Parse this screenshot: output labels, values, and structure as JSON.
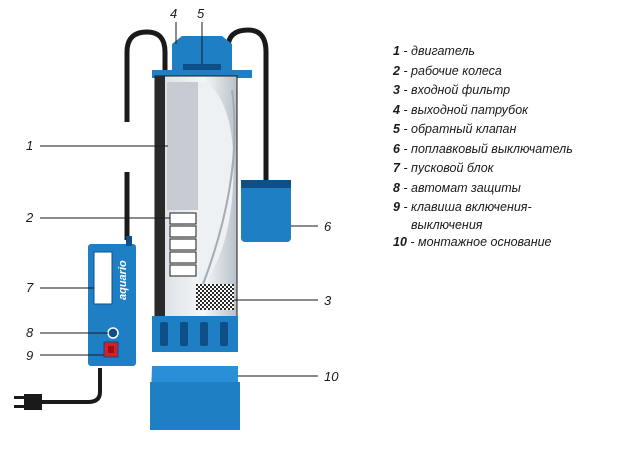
{
  "callouts": {
    "n1": "1",
    "n2": "2",
    "n3": "3",
    "n4": "4",
    "n5": "5",
    "n6": "6",
    "n7": "7",
    "n8": "8",
    "n9": "9",
    "n10": "10"
  },
  "brand_text": "aquario",
  "legend": [
    {
      "num": "1",
      "text": " - двигатель"
    },
    {
      "num": "2",
      "text": " - рабочие колеса"
    },
    {
      "num": "3",
      "text": " - входной фильтр"
    },
    {
      "num": "4",
      "text": " - выходной патрубок"
    },
    {
      "num": "5",
      "text": " - обратный клапан"
    },
    {
      "num": "6",
      "text": " - поплавковый выключатель"
    },
    {
      "num": "7",
      "text": " - пусковой блок"
    },
    {
      "num": "8",
      "text": " - автомат защиты"
    },
    {
      "num": "9",
      "text": " - клавиша включения-",
      "cont": "выключения"
    },
    {
      "num": "10",
      "text": " - монтажное основание"
    }
  ],
  "colors": {
    "pump_blue": "#1f7fc4",
    "dark_blue": "#0d4f86",
    "cable": "#1a1a1a",
    "motor_gray": "#c8ccd2",
    "switch_red": "#d81f26"
  }
}
